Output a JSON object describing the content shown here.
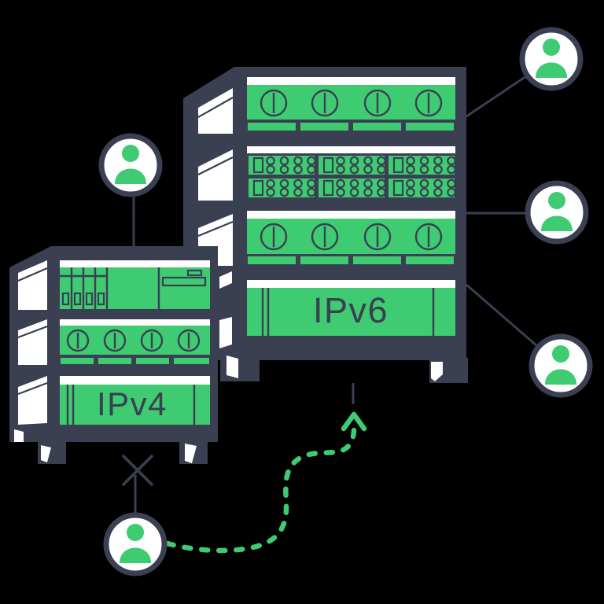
{
  "illustration": {
    "background": "#000000",
    "colors": {
      "dark": "#3A3F52",
      "green": "#3ECB71",
      "white": "#FFFFFF",
      "arrow": "#3ECB71"
    },
    "racks": {
      "ipv6": {
        "label": "IPv6"
      },
      "ipv4": {
        "label": "IPv4"
      }
    },
    "icons": {
      "users": [
        "user-top-right",
        "user-middle-right",
        "user-bottom-right",
        "user-left",
        "user-bottom"
      ],
      "x_mark": "broken-connection-x",
      "arrow": "curved-dashed-arrow"
    }
  }
}
